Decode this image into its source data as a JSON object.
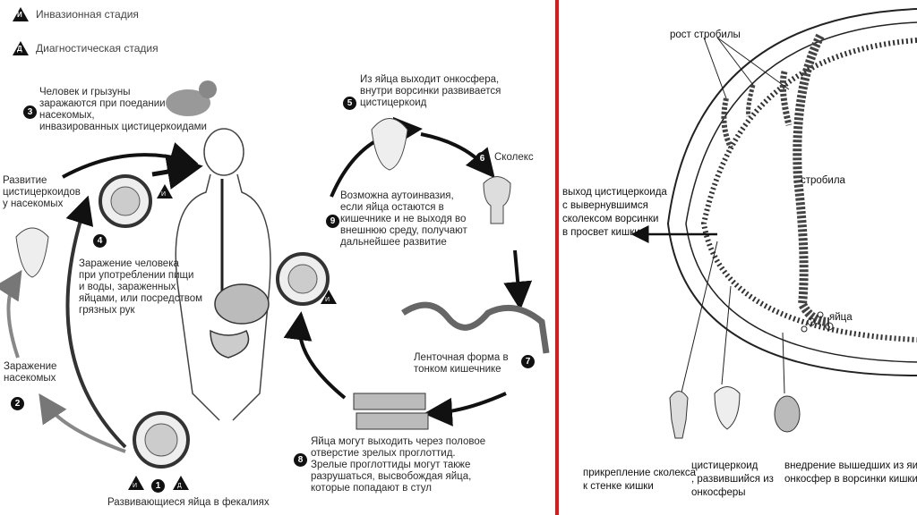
{
  "left": {
    "legend": [
      {
        "symbol": "И",
        "label": "Инвазионная стадия"
      },
      {
        "symbol": "Д",
        "label": "Диагностическая стадия"
      }
    ],
    "steps": [
      {
        "num": "1",
        "text": "Развивающиеся яйца в фекалиях"
      },
      {
        "num": "2",
        "text": "Заражение\nнасекомых"
      },
      {
        "num": "3",
        "text": "Человек и грызуны\nзаражаются при поедании\nнасекомых,\nинвазированных цистицеркоидами"
      },
      {
        "num": "4",
        "text": "Заражение человека\nпри употреблении пищи\nи воды, зараженных\nяйцами, или посредством\nгрязных рук"
      },
      {
        "num": "5",
        "text": "Из яйца выходит онкосфера,\nвнутри ворсинки развивается\nцистицеркоид"
      },
      {
        "num": "6",
        "text": "Сколекс"
      },
      {
        "num": "7",
        "text": "Ленточная форма в\nтонком кишечнике"
      },
      {
        "num": "8",
        "text": "Яйца могут выходить через половое\nотверстие зрелых проглоттид.\nЗрелые проглоттиды могут также\nразрушаться, высвобождая яйца,\nкоторые попадают в стул"
      },
      {
        "num": "9",
        "text": "Возможна аутоинвазия,\nесли яйца остаются в\nкишечнике и не выходя во\nвнешнюю среду, получают\nдальнейшее развитие"
      }
    ],
    "insect_label": "Развитие\nцистицеркоидов\nу насекомых"
  },
  "right": {
    "labels": {
      "strobila_growth": "рост стробилы",
      "strobila": "стробила",
      "exit": "выход цистицеркоида\nс вывернувшимся\nсколексом ворсинки\nв просвет кишки",
      "eggs": "яйца",
      "scolex_attach": "прикрепление сколекса\nк стенке кишки",
      "cysticercoid": "цистицеркоид\n, развившийся из\nонкосферы",
      "oncosphere": "внедрение вышедших из яиц\nонкосфер в ворсинки кишки"
    }
  },
  "colors": {
    "divider": "#e0171b"
  }
}
